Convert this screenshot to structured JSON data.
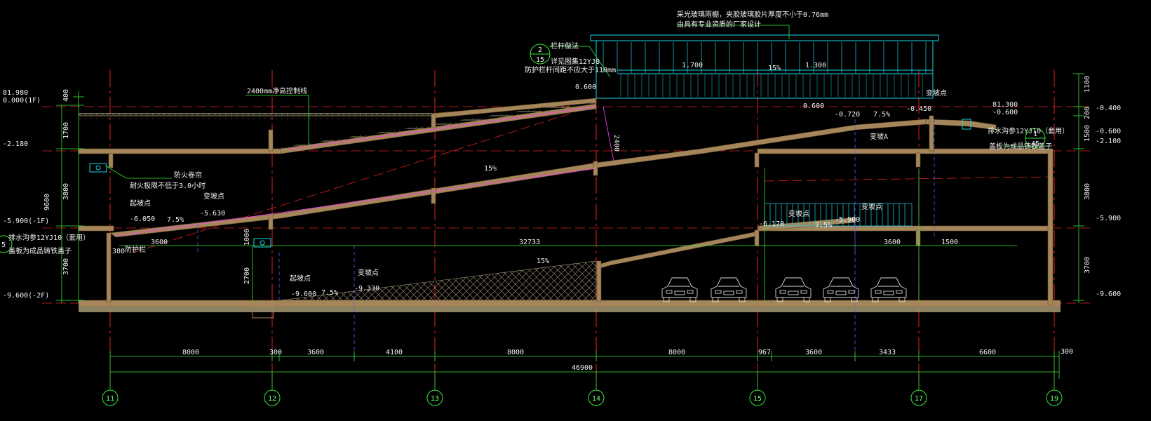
{
  "notes": {
    "canopy_1": "采光玻璃雨棚，夹胶玻璃胶片厚度不小于0.76mm",
    "canopy_2": "由具有专业资质的厂家设计",
    "railing_1": "栏杆做法",
    "railing_2": "详见图集12YJ8",
    "railing_3": "防护栏杆间距不应大于110mm",
    "fire_1": "防火卷帘",
    "fire_2": "耐火极限不低于3.0小时",
    "drain_left": "排水沟参12YJ10（套用）",
    "drain_right": "排水沟参12YJ10（套用）",
    "drain_left_2": "盖板为成品铸铁盖子",
    "drain_right_2": "盖板为成品铸铁盖子",
    "control_line": "2400mm净高控制线",
    "transition_a": "变坡A",
    "guardrail": "防护栏",
    "clearance": "2400"
  },
  "levels": {
    "left_top": "81.980",
    "left_1f": "0.000(1F)",
    "left_m2180": "-2.180",
    "left_b1": "-5.900(-1F)",
    "left_b2": "-9.600(-2F)",
    "right_top": "81.300",
    "right_m0600": "-0.600",
    "right_m0400": "-0.400",
    "right_m0600b": "-0.600",
    "right_m2100": "-2.100",
    "right_m5900": "-5.900",
    "right_m9600": "-9.600",
    "ramp_0600a": "0.600",
    "ramp_0600b": "0.600",
    "ramp_m0720": "-0.720",
    "ramp_m0450": "-0.450",
    "ramp_m6050": "-6.050",
    "ramp_m5630": "-5.630",
    "ramp_m6170": "-6.170",
    "ramp_m5900": "-5.900",
    "ramp_m9600": "-9.600",
    "ramp_m9330": "-9.330",
    "canopy_1700": "1.700",
    "canopy_1300": "1.300"
  },
  "point_labels": {
    "start_1": "起坡点",
    "change_1": "变坡点",
    "start_2": "起坡点",
    "change_2": "变坡点",
    "change_3": "变坡点",
    "change_4": "变坡点",
    "change_5": "变坡点"
  },
  "slopes": {
    "s1": "15%",
    "s2": "15%",
    "s3": "7.5%",
    "s4": "7.5%",
    "s5": "7.5%",
    "s6": "7.5%",
    "s7": "15%",
    "num": "1"
  },
  "left_dims": {
    "d400": "400",
    "d1700": "1700",
    "d3800": "3800",
    "d9600": "9600",
    "d3700": "3700",
    "d1000": "1000",
    "d2700": "2700",
    "d380": "380"
  },
  "right_dims": {
    "d1100": "1100",
    "d200": "200",
    "d1500": "1500",
    "d3800": "3800",
    "d3700": "3700",
    "d300": "300"
  },
  "inner_dims": {
    "d3600a": "3600",
    "d32733": "32733",
    "d3600b": "3600",
    "d1500": "1500"
  },
  "bottom_dims": {
    "d8000a": "8000",
    "d300": "300",
    "d3600a": "3600",
    "d4100": "4100",
    "d8000b": "8000",
    "d8000c": "8000",
    "d967": "967",
    "d3600b": "3600",
    "d3433": "3433",
    "d6600": "6600",
    "total": "46900"
  },
  "grid_axes": [
    "11",
    "12",
    "13",
    "14",
    "15",
    "17",
    "19"
  ],
  "detail_callouts": {
    "top_num": "2",
    "top_sheet": "15",
    "right_num": "1",
    "right_sheet": "45",
    "left_num": "5"
  },
  "colors": {
    "background": "#000000",
    "structure": "#a5865a",
    "axis": "#e02020",
    "dim": "#35e635",
    "canopy": "#1ad5e8",
    "text_white": "#f2f2f2",
    "text_yellow": "#ffff4d"
  }
}
